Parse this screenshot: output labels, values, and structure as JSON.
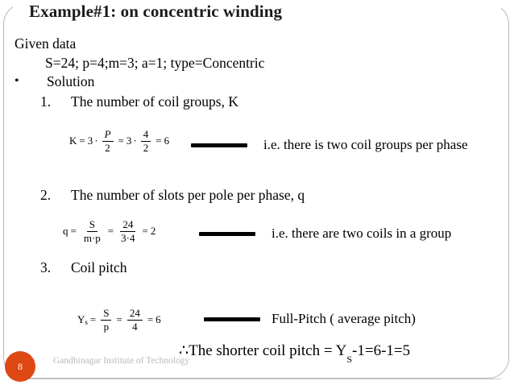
{
  "slide": {
    "title": "Example#1: on concentric winding",
    "given_data_label": "Given data",
    "given_values": "S=24; p=4;m=3;  a=1; type=Concentric",
    "solution_bullet": "•",
    "solution_label": "Solution",
    "steps": [
      {
        "number": "1.",
        "text": "The number of coil groups, K"
      },
      {
        "number": "2.",
        "text": "The number of slots per pole per phase, q"
      },
      {
        "number": "3.",
        "text": "Coil pitch"
      }
    ],
    "formulas": {
      "k": {
        "lhs": "K",
        "eq1": "=",
        "factor1": "3",
        "dot1": "·",
        "frac1_num": "P",
        "frac1_den": "2",
        "eq2": "=",
        "factor2": "3",
        "dot2": "·",
        "frac2_num": "4",
        "frac2_den": "2",
        "eq3": "=",
        "result": "6"
      },
      "q": {
        "lhs": "q",
        "eq1": "=",
        "frac1_num": "S",
        "frac1_den": "m·p",
        "eq2": "=",
        "frac2_num": "24",
        "frac2_den": "3·4",
        "eq3": "=",
        "result": "2"
      },
      "ys": {
        "lhs": "Y",
        "lhs_sub": "s",
        "eq1": "=",
        "frac1_num": "S",
        "frac1_den": "p",
        "eq2": "=",
        "frac2_num": "24",
        "frac2_den": "4",
        "eq3": "=",
        "result": "6"
      }
    },
    "notes": [
      "i.e. there is  two coil groups per phase",
      "i.e. there are two coils in a group",
      "Full-Pitch ( average pitch)"
    ],
    "conclusion": {
      "prefix": "∴The shorter coil pitch = Y",
      "sub": "S",
      "suffix": "-1=6-1=5"
    }
  },
  "footer": {
    "page_number": "8",
    "organization": "Gandhinagar Institute of Technology",
    "badge_color": "#dd4814"
  }
}
